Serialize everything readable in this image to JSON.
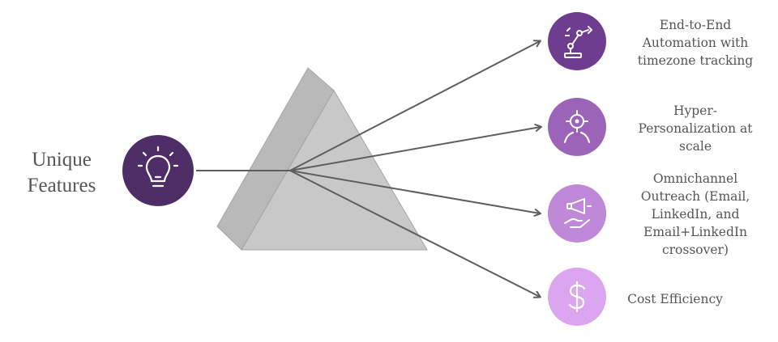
{
  "source": {
    "label_lines": [
      "Unique",
      "Features"
    ],
    "icon": "lightbulb-icon",
    "color": "#4f2d66"
  },
  "prism": {
    "front_color": "#c8c8c8",
    "side_color": "#b9b9b9",
    "edge_color": "#9e9e9e"
  },
  "ray_color": "#5e5e5e",
  "features": [
    {
      "icon": "robot-arm-icon",
      "color": "#6e3d8f",
      "lines": [
        "End-to-End",
        "Automation with",
        "timezone tracking"
      ]
    },
    {
      "icon": "target-person-icon",
      "color": "#9c64b8",
      "lines": [
        "Hyper-",
        "Personalization at",
        "scale"
      ]
    },
    {
      "icon": "megaphone-hand-icon",
      "color": "#c088d8",
      "lines": [
        "Omnichannel",
        "Outreach (Email,",
        "LinkedIn, and",
        "Email+LinkedIn",
        "crossover)"
      ]
    },
    {
      "icon": "dollar-icon",
      "color": "#dba6ef",
      "lines": [
        "Cost Efficiency"
      ]
    }
  ]
}
